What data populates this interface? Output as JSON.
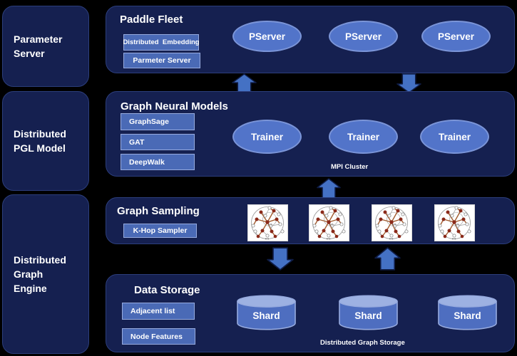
{
  "diagram": {
    "left_column": [
      {
        "label": "Parameter\nServer"
      },
      {
        "label": "Distributed\nPGL Model"
      },
      {
        "label": "Distributed\nGraph\nEngine"
      }
    ],
    "paddle_fleet": {
      "title": "Paddle Fleet",
      "modules": [
        "Distributed  Embedding",
        "Parmeter Server"
      ],
      "servers": [
        "PServer",
        "PServer",
        "PServer"
      ]
    },
    "graph_neural_models": {
      "title": "Graph Neural Models",
      "modules": [
        "GraphSage",
        "GAT",
        "DeepWalk"
      ],
      "trainers": [
        "Trainer",
        "Trainer",
        "Trainer"
      ],
      "caption": "MPI Cluster"
    },
    "graph_sampling": {
      "title": "Graph Sampling",
      "modules": [
        "K-Hop Sampler"
      ]
    },
    "data_storage": {
      "title": "Data Storage",
      "modules": [
        "Adjacent list",
        "Node Features"
      ],
      "shards": [
        "Shard",
        "Shard",
        "Shard"
      ],
      "caption": "Distributed Graph Storage"
    },
    "colors": {
      "background": "#000000",
      "panel_navy": "#152050",
      "module_blue": "#4a6ab6",
      "module_border": "#97abdf",
      "ellipse_blue": "#5274c9",
      "arrow_blue": "#4471c4",
      "cylinder_body": "#4e6ec0",
      "cylinder_top": "#9db1e2",
      "text": "#ffffff"
    }
  }
}
